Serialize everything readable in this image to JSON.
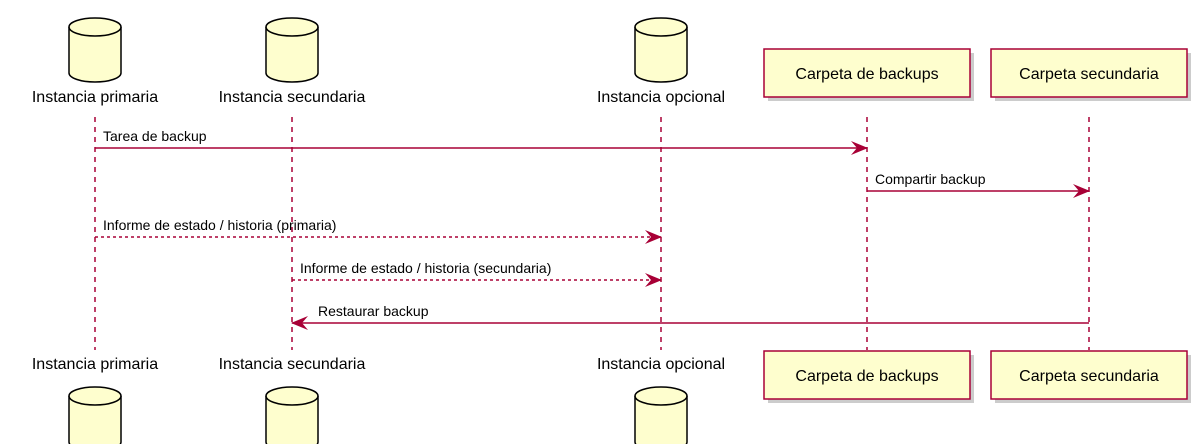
{
  "colors": {
    "participant_fill": "#FEFECE",
    "participant_stroke": "#A80036",
    "lifeline": "#A80036",
    "arrow": "#A80036",
    "background": "#FFFFFF"
  },
  "participants": [
    {
      "id": "primaria",
      "label": "Instancia primaria",
      "shape": "database-icon"
    },
    {
      "id": "secundaria",
      "label": "Instancia secundaria",
      "shape": "database-icon"
    },
    {
      "id": "opcional",
      "label": "Instancia opcional",
      "shape": "database-icon"
    },
    {
      "id": "backups",
      "label": "Carpeta de backups",
      "shape": "box"
    },
    {
      "id": "carpeta_sec",
      "label": "Carpeta secundaria",
      "shape": "box"
    }
  ],
  "messages": [
    {
      "from": "primaria",
      "to": "backups",
      "label": "Tarea de backup",
      "style": "solid"
    },
    {
      "from": "backups",
      "to": "carpeta_sec",
      "label": "Compartir backup",
      "style": "solid"
    },
    {
      "from": "primaria",
      "to": "opcional",
      "label": "Informe de estado / historia (primaria)",
      "style": "dashed"
    },
    {
      "from": "secundaria",
      "to": "opcional",
      "label": "Informe de estado / historia (secundaria)",
      "style": "dashed"
    },
    {
      "from": "carpeta_sec",
      "to": "secundaria",
      "label": "Restaurar backup",
      "style": "solid"
    }
  ]
}
